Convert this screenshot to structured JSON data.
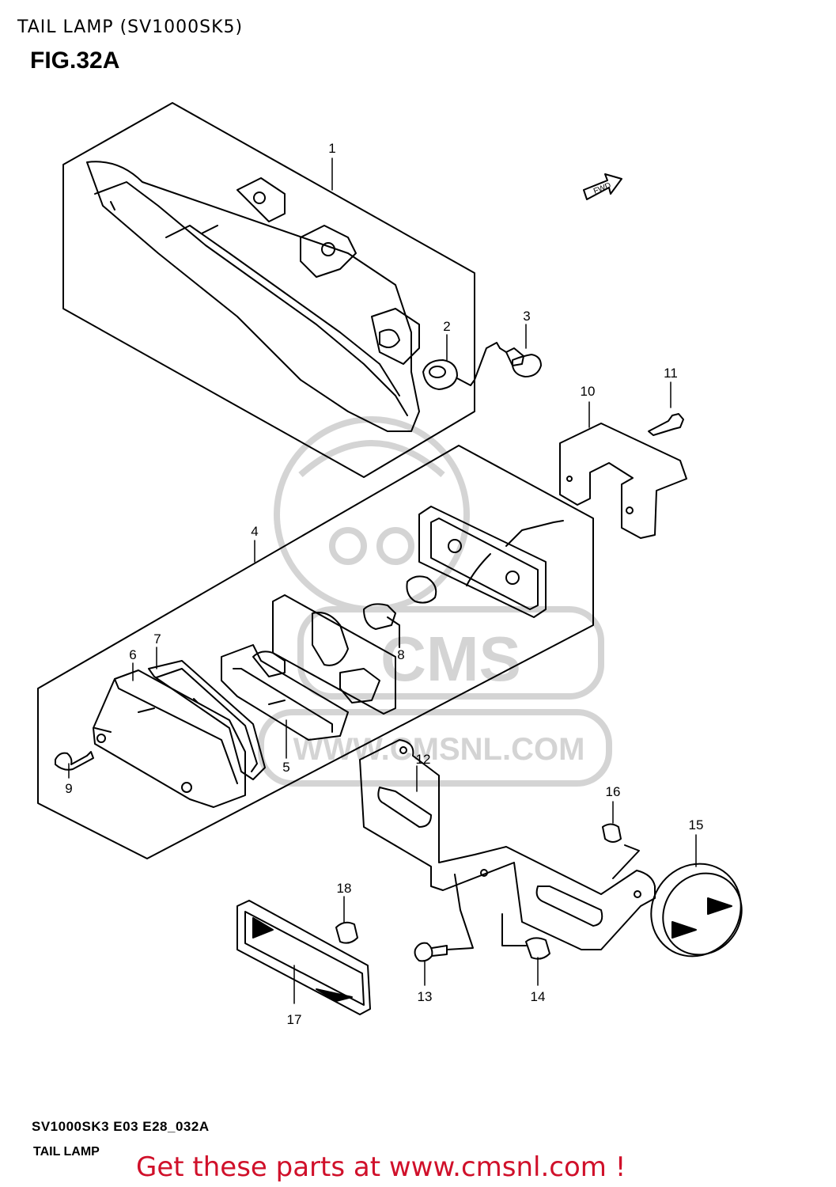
{
  "header": {
    "title": "TAIL LAMP (SV1000SK5)",
    "figure": "FIG.32A"
  },
  "fwd_label": "FWD",
  "watermark": {
    "brand": "CMS",
    "url": "WWW.CMSNL.COM"
  },
  "callouts": [
    "1",
    "2",
    "3",
    "4",
    "5",
    "6",
    "7",
    "8",
    "9",
    "10",
    "11",
    "12",
    "13",
    "14",
    "15",
    "16",
    "17",
    "18"
  ],
  "footer": {
    "code": "SV1000SK3 E03 E28_032A",
    "name": "TAIL LAMP"
  },
  "cta": "Get these parts at www.cmsnl.com !",
  "colors": {
    "line": "#000000",
    "watermark": "#d4d4d4",
    "cta": "#d0102a"
  }
}
